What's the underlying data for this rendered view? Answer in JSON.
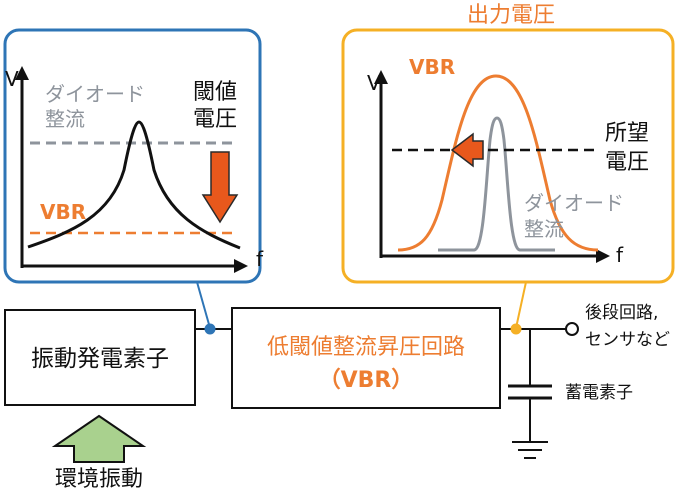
{
  "colors": {
    "blue": "#2e75b6",
    "orange": "#ed7d31",
    "yellow": "#f5b025",
    "gray": "#8e949c",
    "black": "#111111",
    "green_arrow_fill": "#a9d18e"
  },
  "left_panel": {
    "axis_y": "V",
    "axis_x": "f",
    "diode_label_1": "ダイオード",
    "diode_label_2": "整流",
    "threshold_label_1": "閾値",
    "threshold_label_2": "電圧",
    "vbr_label": "VBR"
  },
  "right_panel": {
    "title": "出力電圧",
    "axis_y": "V",
    "axis_x": "f",
    "vbr_label": "VBR",
    "desired_label_1": "所望",
    "desired_label_2": "電圧",
    "diode_label_1": "ダイオード",
    "diode_label_2": "整流"
  },
  "circuit": {
    "generator_label": "振動発電素子",
    "rectifier_line1": "低閾値整流昇圧回路",
    "rectifier_line2": "（VBR）",
    "output_label_1": "後段回路,",
    "output_label_2": "センサなど",
    "storage_label": "蓄電素子",
    "env_label": "環境振動"
  }
}
